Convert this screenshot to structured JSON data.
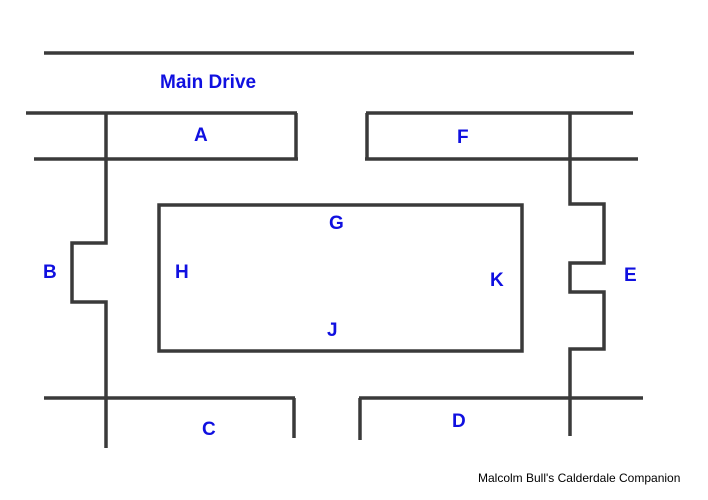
{
  "diagram": {
    "title": "Main Drive",
    "labels": {
      "a": "A",
      "b": "B",
      "c": "C",
      "d": "D",
      "e": "E",
      "f": "F",
      "g": "G",
      "h": "H",
      "j": "J",
      "k": "K"
    },
    "credit": "Malcolm Bull's Calderdale Companion",
    "colors": {
      "label": "#1010e0",
      "line": "#3a3a3a",
      "credit": "#000000",
      "background": "#ffffff"
    }
  }
}
